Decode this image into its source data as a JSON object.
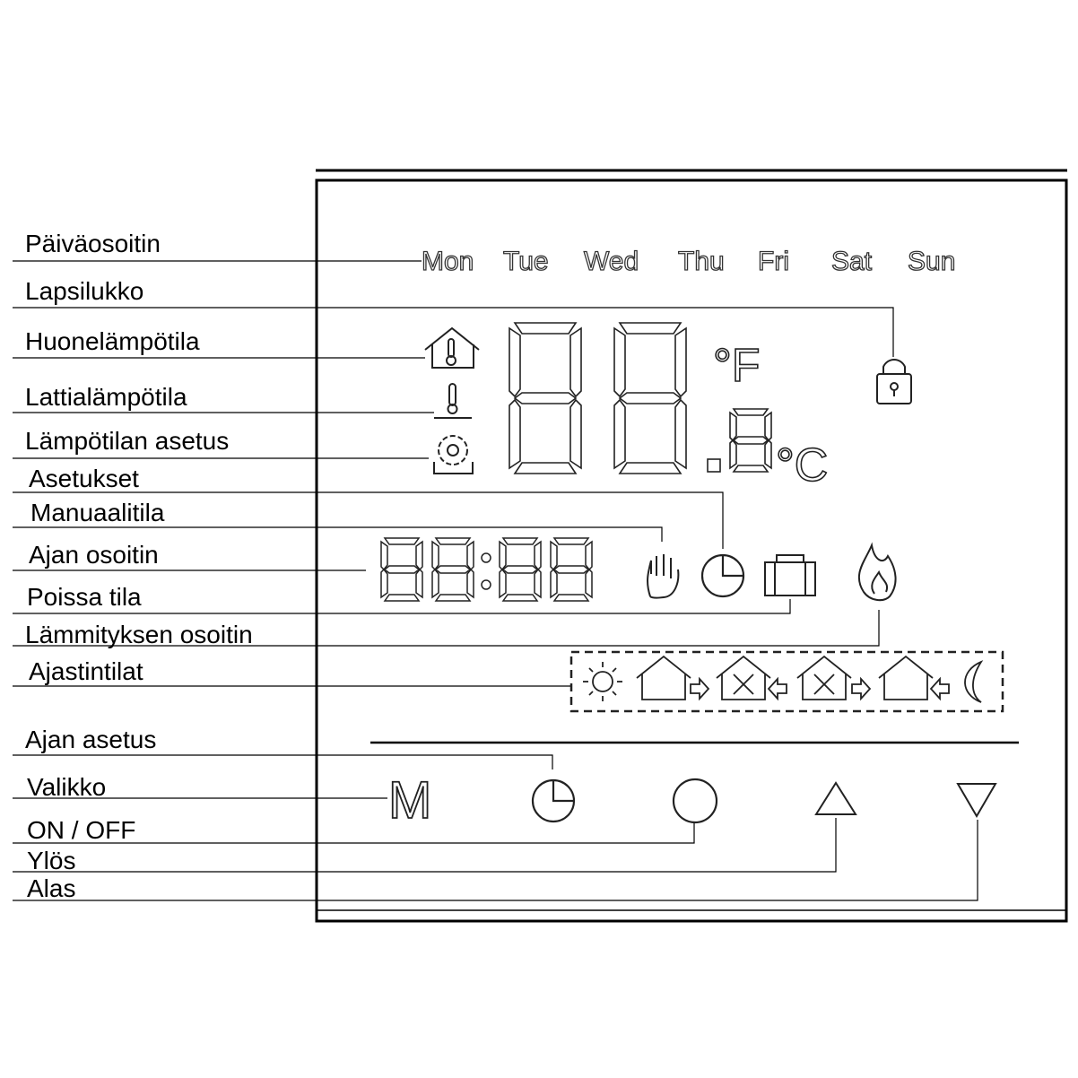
{
  "labels": {
    "day_indicator": "Päiväosoitin",
    "child_lock": "Lapsilukko",
    "room_temperature": "Huonelämpötila",
    "floor_temperature": "Lattialämpötila",
    "temperature_setting": "Lämpötilan asetus",
    "settings": "Asetukset",
    "manual_mode": "Manuaalitila",
    "time_indicator": "Ajan osoitin",
    "away_mode": "Poissa tila",
    "heating_indicator": "Lämmityksen osoitin",
    "timer_modes": "Ajastintilat",
    "time_setting": "Ajan asetus",
    "menu": "Valikko",
    "on_off": "ON / OFF",
    "up": "Ylös",
    "down": "Alas"
  },
  "display": {
    "days": [
      "Mon",
      "Tue",
      "Wed",
      "Thu",
      "Fri",
      "Sat",
      "Sun"
    ],
    "unit_f": "°F",
    "unit_c": "°C",
    "menu_button_glyph": "M"
  }
}
